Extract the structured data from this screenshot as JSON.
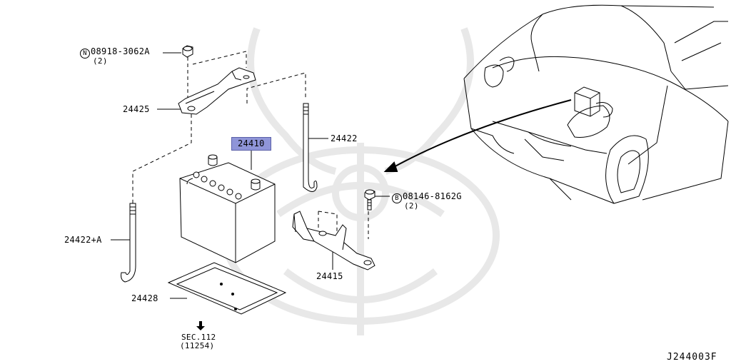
{
  "parts": {
    "nut_spec": {
      "symbol": "N",
      "number": "08918-3062A",
      "qty": "(2)"
    },
    "bracket_top": "24425",
    "battery": "24410",
    "rod_right": "24422",
    "rod_left": "24422+A",
    "bolt_spec": {
      "symbol": "B",
      "number": "08146-8162G",
      "qty": "(2)"
    },
    "bracket_bottom": "24415",
    "tray": "24428"
  },
  "section_ref": {
    "line1": "SEC.112",
    "line2": "(11254)"
  },
  "diagram_id": "J244003F",
  "colors": {
    "highlight": "#8f95d8",
    "line": "#000000",
    "watermark": "#e9e9e9"
  }
}
